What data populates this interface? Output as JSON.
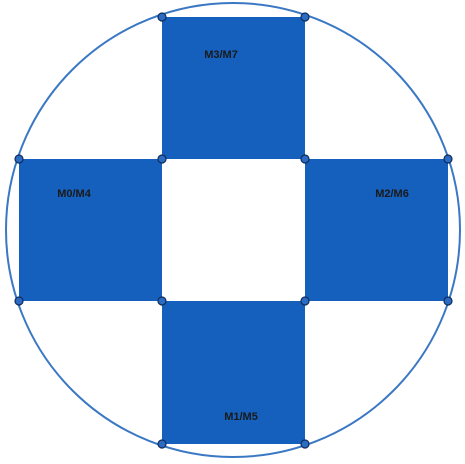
{
  "colors": {
    "fill": "#1560BD",
    "circle_stroke": "#3B78C4",
    "vertex_fill": "#2C6BC2",
    "vertex_stroke": "#0E2C5C",
    "label": "#1a1a1a"
  },
  "labels": {
    "top": "M3/M7",
    "left": "M0/M4",
    "right": "M2/M6",
    "bottom": "M1/M5"
  }
}
